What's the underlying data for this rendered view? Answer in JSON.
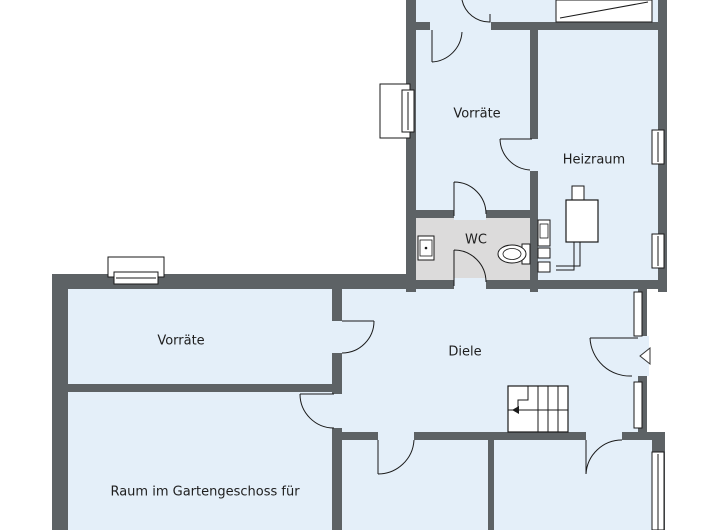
{
  "colors": {
    "room_fill": "#e4eff9",
    "wc_fill": "#dcdbdb",
    "wall": "#5d6265",
    "fixture_stroke": "#1a1a1a",
    "window_fill": "#ffffff"
  },
  "rooms": {
    "vorraete_upper": "Vorräte",
    "heizraum": "Heizraum",
    "wc": "WC",
    "vorraete_lower": "Vorräte",
    "diele": "Diele",
    "gartengeschoss": "Raum im Gartengeschoss für"
  },
  "icons": [
    "entrance-arrow-icon",
    "stair-arrow-icon",
    "sink-icon",
    "toilet-icon",
    "boiler-icon"
  ]
}
